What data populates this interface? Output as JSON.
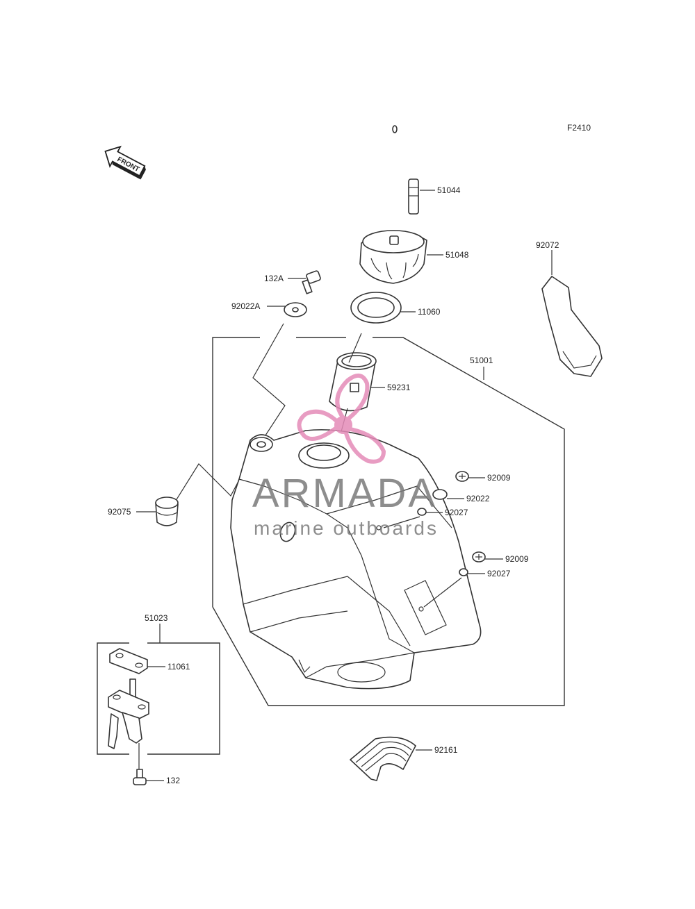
{
  "figure_code": "F2410",
  "front_arrow": {
    "text": "FRONT",
    "icon": "front-arrow-icon"
  },
  "parts": [
    {
      "number": "51044",
      "name": "breather-hose"
    },
    {
      "number": "51048",
      "name": "fuel-cap"
    },
    {
      "number": "92072",
      "name": "tank-strap"
    },
    {
      "number": "132A",
      "name": "bolt-132a"
    },
    {
      "number": "92022A",
      "name": "washer-92022a"
    },
    {
      "number": "11060",
      "name": "cap-gasket"
    },
    {
      "number": "51001",
      "name": "fuel-tank"
    },
    {
      "number": "59231",
      "name": "filler-neck"
    },
    {
      "number": "92009",
      "name": "screw-upper"
    },
    {
      "number": "92022",
      "name": "washer-92022"
    },
    {
      "number": "92027",
      "name": "nut-upper"
    },
    {
      "number": "92075",
      "name": "damper"
    },
    {
      "number": "92009",
      "name": "screw-lower"
    },
    {
      "number": "92027",
      "name": "nut-lower"
    },
    {
      "number": "51023",
      "name": "fuel-cock-assy"
    },
    {
      "number": "11061",
      "name": "cock-gasket"
    },
    {
      "number": "92161",
      "name": "tank-pad"
    },
    {
      "number": "132",
      "name": "bolt-132"
    }
  ],
  "watermark": {
    "brand": "ARMADA",
    "tagline": "marine outboards",
    "logo_color": "#e58bb8",
    "text_color": "#7a7a7a"
  }
}
